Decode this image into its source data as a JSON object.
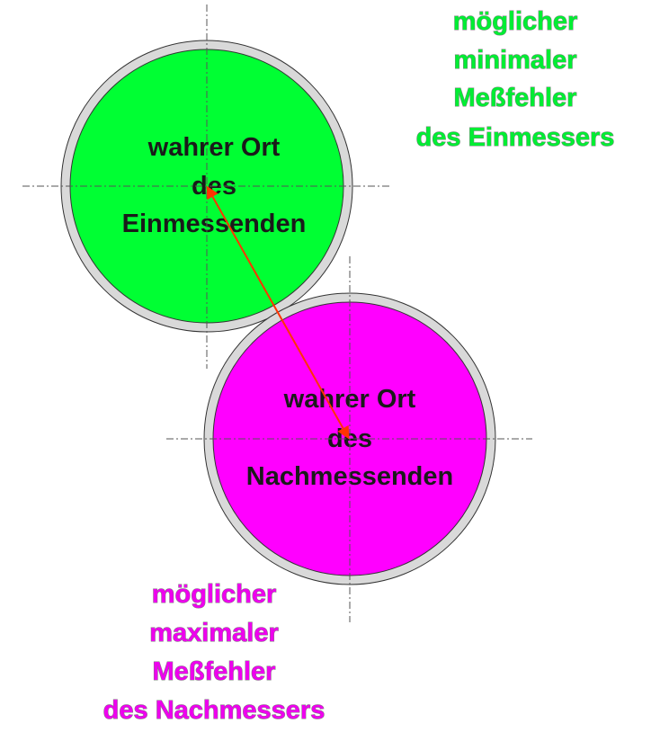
{
  "circle_green": {
    "lines": [
      "wahrer Ort",
      "des",
      "Einmessenden"
    ],
    "fill": "#00ff33",
    "ring": "#d9d9d9"
  },
  "circle_magenta": {
    "lines": [
      "wahrer Ort",
      "des",
      "Nachmessenden"
    ],
    "fill": "#ff00ff",
    "ring": "#d9d9d9"
  },
  "note_green": {
    "lines": [
      "möglicher",
      "minimaler",
      "Meßfehler",
      "des Einmessers"
    ],
    "color": "#00ee33"
  },
  "note_magenta": {
    "lines": [
      "möglicher",
      "maximaler",
      "Meßfehler",
      "des Nachmessers"
    ],
    "color": "#ee00ee"
  },
  "arrow_color": "#ff3300"
}
